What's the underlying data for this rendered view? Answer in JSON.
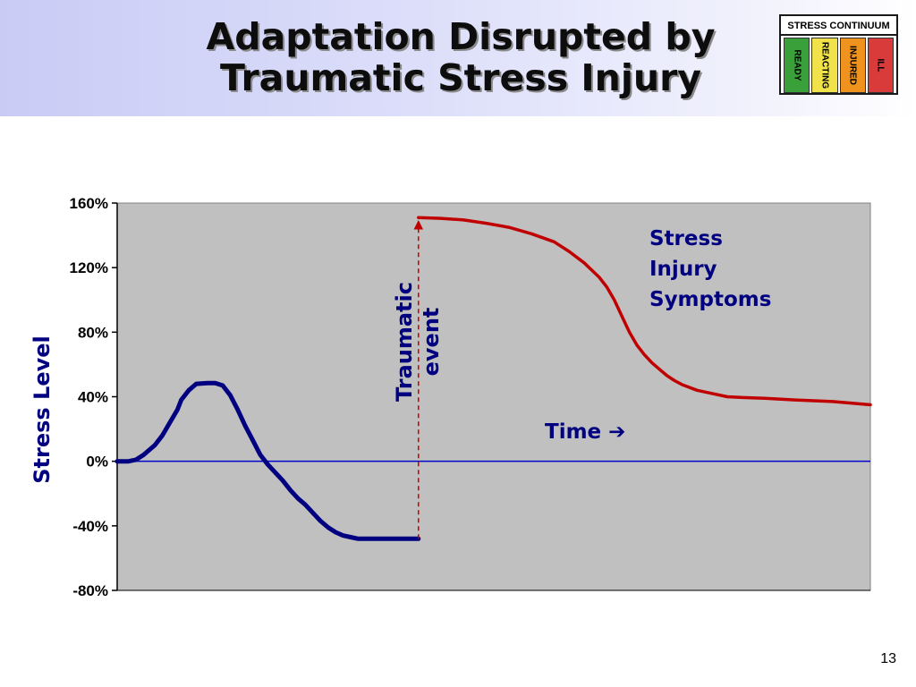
{
  "slide": {
    "title_line1": "Adaptation Disrupted by",
    "title_line2": "Traumatic Stress Injury",
    "page_number": "13"
  },
  "stress_continuum": {
    "title": "STRESS CONTINUUM",
    "zones": [
      {
        "label": "READY",
        "color": "#3aa13a"
      },
      {
        "label": "REACTING",
        "color": "#f2e24a"
      },
      {
        "label": "INJURED",
        "color": "#f0921e"
      },
      {
        "label": "ILL",
        "color": "#d93a3a"
      }
    ]
  },
  "annotations": {
    "traumatic_event_line1": "Traumatic",
    "traumatic_event_line2": "event",
    "symptoms_line1": "Stress",
    "symptoms_line2": "Injury",
    "symptoms_line3": "Symptoms",
    "time": "Time ➔"
  },
  "chart_data": {
    "type": "line",
    "ylabel": "Stress Level",
    "ylim": [
      -80,
      160
    ],
    "yticks": [
      160,
      120,
      80,
      40,
      0,
      -40,
      -80
    ],
    "ytick_labels": [
      "160%",
      "120%",
      "80%",
      "40%",
      "0%",
      "-40%",
      "-80%"
    ],
    "xlim": [
      0,
      100
    ],
    "grid": false,
    "plot_background": "#c0c0c0",
    "event_x": 40,
    "series": [
      {
        "color": "#000080",
        "points": [
          [
            0,
            0
          ],
          [
            1.5,
            0
          ],
          [
            2.5,
            1
          ],
          [
            3.5,
            4
          ],
          [
            5,
            10
          ],
          [
            6,
            16
          ],
          [
            7,
            24
          ],
          [
            8,
            32
          ],
          [
            8.5,
            38
          ],
          [
            9.5,
            44
          ],
          [
            10.5,
            48
          ],
          [
            12,
            48.5
          ],
          [
            13,
            48.5
          ],
          [
            14,
            47
          ],
          [
            15,
            41
          ],
          [
            16,
            32
          ],
          [
            17,
            22
          ],
          [
            18,
            13
          ],
          [
            19,
            4
          ],
          [
            20,
            -2
          ],
          [
            21,
            -7
          ],
          [
            22,
            -12
          ],
          [
            23,
            -18
          ],
          [
            24,
            -23
          ],
          [
            25,
            -27
          ],
          [
            26,
            -32
          ],
          [
            27,
            -37
          ],
          [
            28,
            -41
          ],
          [
            29,
            -44
          ],
          [
            30,
            -46
          ],
          [
            31,
            -47
          ],
          [
            32,
            -48
          ],
          [
            35,
            -48
          ],
          [
            40,
            -48
          ]
        ]
      },
      {
        "color": "#c00000",
        "points": [
          [
            40,
            151
          ],
          [
            43,
            150.5
          ],
          [
            46,
            149.5
          ],
          [
            49,
            147.5
          ],
          [
            52,
            145
          ],
          [
            55,
            141
          ],
          [
            58,
            136
          ],
          [
            60,
            130
          ],
          [
            62,
            123
          ],
          [
            64,
            114
          ],
          [
            65,
            108
          ],
          [
            66,
            100
          ],
          [
            67,
            90
          ],
          [
            68,
            80
          ],
          [
            69,
            72
          ],
          [
            70,
            66
          ],
          [
            71,
            61
          ],
          [
            72,
            57
          ],
          [
            73,
            53
          ],
          [
            74,
            50
          ],
          [
            75,
            47.5
          ],
          [
            77,
            44
          ],
          [
            79,
            42
          ],
          [
            81,
            40
          ],
          [
            83,
            39.5
          ],
          [
            86,
            39
          ],
          [
            90,
            38
          ],
          [
            95,
            37
          ],
          [
            100,
            35
          ]
        ]
      }
    ],
    "reference_lines": [
      {
        "y": 0,
        "color": "#0000cc"
      }
    ]
  }
}
